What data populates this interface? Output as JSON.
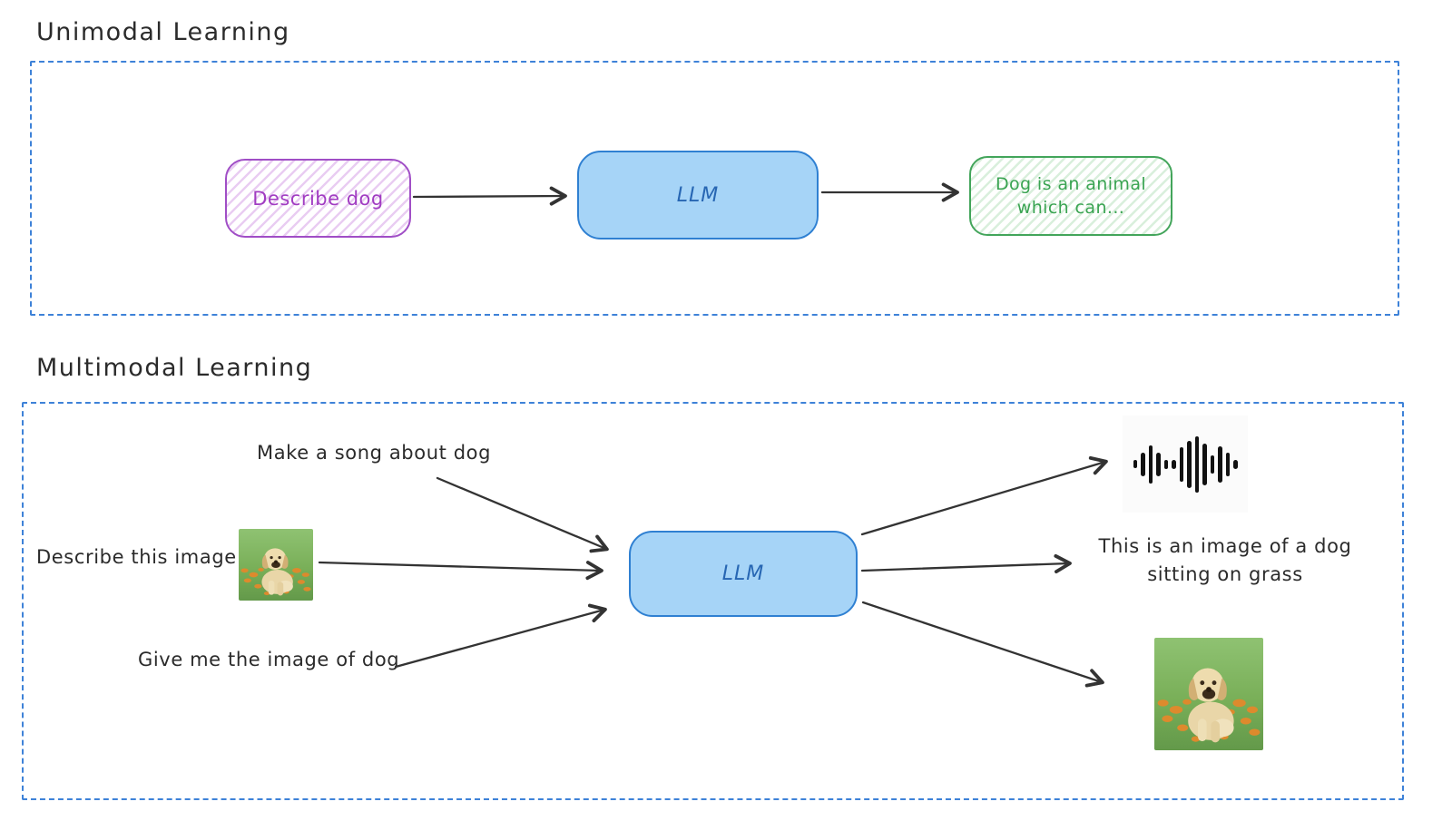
{
  "unimodal": {
    "title": "Unimodal Learning",
    "input_label": "Describe dog",
    "llm_label": "LLM",
    "output_line1": "Dog is an animal",
    "output_line2": "which can..."
  },
  "multimodal": {
    "title": "Multimodal Learning",
    "llm_label": "LLM",
    "inputs": {
      "song_prompt": "Make a song about dog",
      "describe_prompt": "Describe this image",
      "image_prompt": "Give me the image of dog"
    },
    "outputs": {
      "text_line1": "This is an image of a dog",
      "text_line2": "sitting on grass"
    }
  },
  "icons": {
    "audio_waveform": "audio-waveform-icon",
    "input_dog_photo": "dog-photo-input",
    "output_dog_photo": "dog-photo-output"
  },
  "waveform": {
    "heights": [
      9,
      26,
      42,
      26,
      10,
      10,
      38,
      52,
      62,
      46,
      20,
      40,
      26,
      10
    ]
  },
  "colors": {
    "ink": "#2b2b2b",
    "frame_blue": "#3e82d8",
    "purple_border": "#a04ec6",
    "purple_text": "#a13cc2",
    "purple_hatch": "#e9cdf2",
    "blue_fill": "#a6d4f7",
    "blue_border": "#2f80d2",
    "blue_text": "#2766b3",
    "green_border": "#43a55b",
    "green_text": "#3aa452",
    "green_hatch": "#d9efdc",
    "arrow": "#333333",
    "wave": "#111111"
  }
}
